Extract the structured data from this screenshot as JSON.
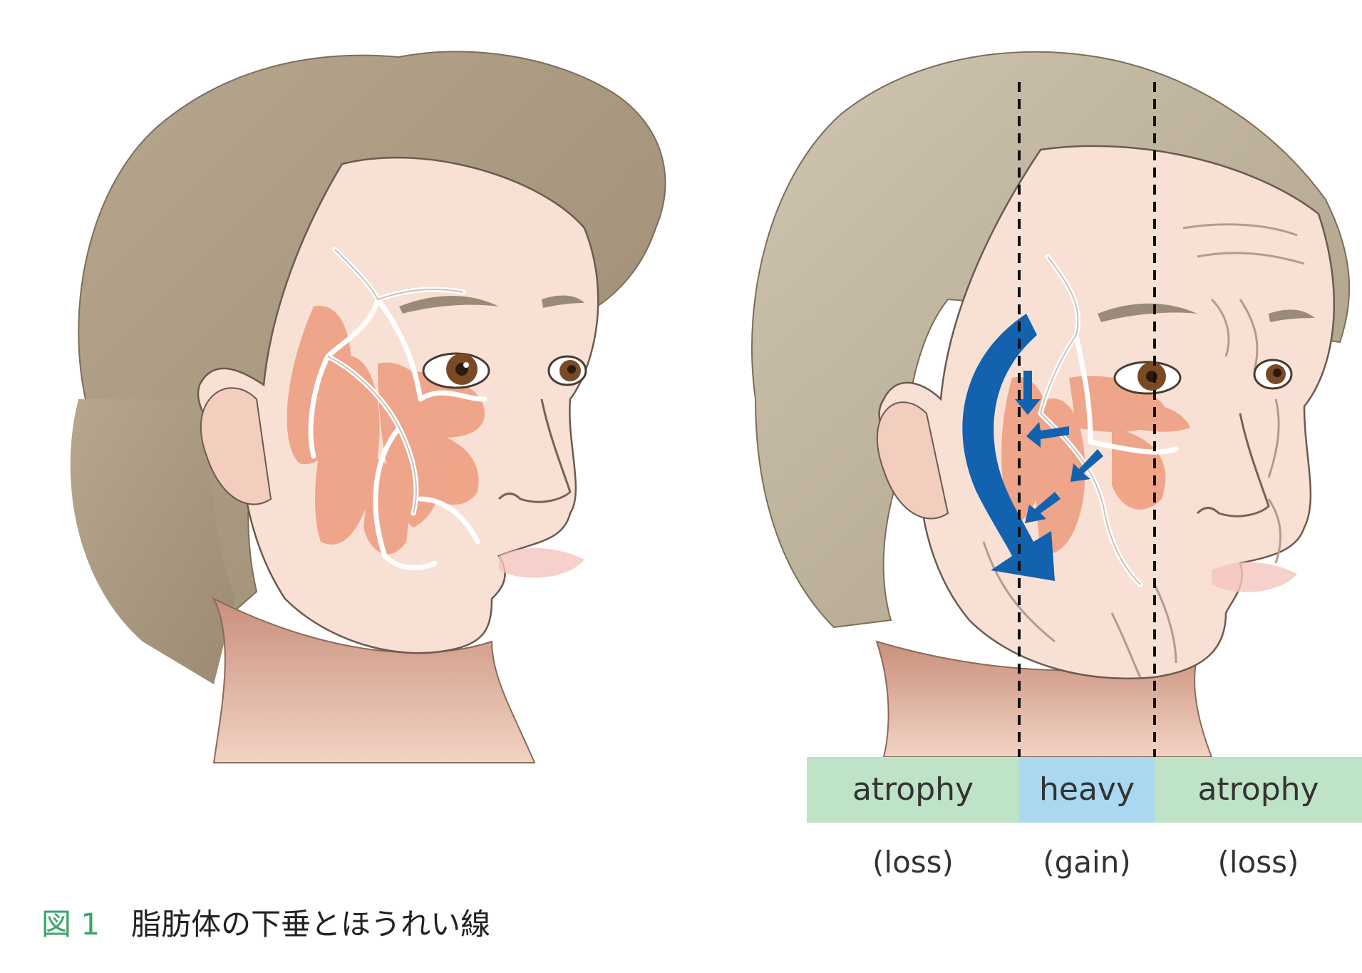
{
  "colors": {
    "hair": "#a8977f",
    "hair_light": "#c2b7a1",
    "skin": "#f8e1d4",
    "skin_shadow": "#d8ab95",
    "fat_pad": "#ee9f81",
    "ligament": "#ffffff",
    "band_atrophy": "#bfe3c6",
    "band_heavy": "#a9d8f0",
    "arrow": "#1262b0",
    "iris": "#7a4a25",
    "caption_num": "#3aa66a"
  },
  "bands": [
    {
      "label": "atrophy",
      "sub": "(loss)"
    },
    {
      "label": "heavy",
      "sub": "(gain)"
    },
    {
      "label": "atrophy",
      "sub": "(loss)"
    }
  ],
  "caption": {
    "number": "図 1",
    "text": "脂肪体の下垂とほうれい線"
  },
  "icons": [
    "young-face-illustration",
    "aged-face-illustration",
    "sagging-arrow-icon"
  ]
}
